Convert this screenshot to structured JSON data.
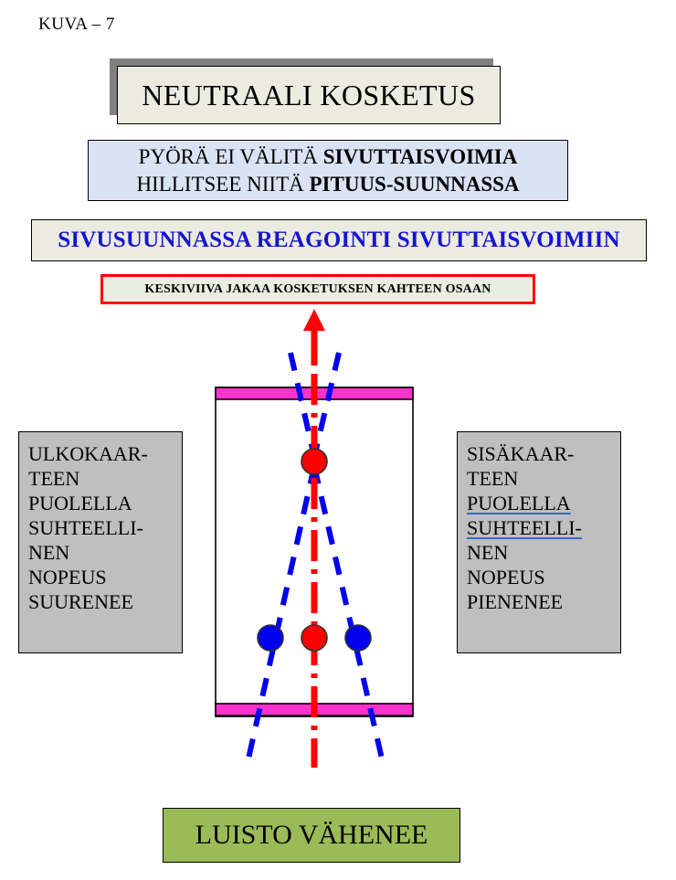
{
  "figure": {
    "caption": "KUVA – 7"
  },
  "title": {
    "text": "NEUTRAALI KOSKETUS",
    "bg_color": "#ecebe0",
    "shadow_color": "#808080"
  },
  "info_box": {
    "line1_prefix": "PYÖRÄ EI VÄLITÄ ",
    "line1_bold": "SIVUTTAISVOIMIA",
    "line2_prefix": "HILLITSEE NIITÄ ",
    "line2_bold": "PITUUS-SUUNNASSA",
    "bg_color": "#dae3f3"
  },
  "reaction_box": {
    "text": "SIVUSUUNNASSA REAGOINTI SIVUTTAISVOIMIIN",
    "text_color": "#1414d2",
    "bg_color": "#ecebe0"
  },
  "centerline_box": {
    "text": "KESKIVIIVA JAKAA KOSKETUKSEN KAHTEEN OSAAN",
    "border_color": "#ff0000",
    "bg_color": "#eaeee0"
  },
  "left_box": {
    "lines": [
      {
        "text": "ULKOKAAR-",
        "underlined": false
      },
      {
        "text": "TEEN",
        "underlined": false
      },
      {
        "text": "PUOLELLA",
        "underlined": false
      },
      {
        "text": "SUHTEELLI-",
        "underlined": false
      },
      {
        "text": "NEN",
        "underlined": false
      },
      {
        "text": "NOPEUS",
        "underlined": false
      },
      {
        "text": "SUURENEE",
        "underlined": false
      }
    ],
    "bg_color": "#bfbfbf"
  },
  "right_box": {
    "lines": [
      {
        "text": "SISÄKAAR-",
        "underlined": false
      },
      {
        "text": "TEEN",
        "underlined": false
      },
      {
        "text": "PUOLELLA ",
        "underlined": true
      },
      {
        "text": "SUHTEELLI-",
        "underlined": true
      },
      {
        "text": "NEN",
        "underlined": false
      },
      {
        "text": "NOPEUS",
        "underlined": false
      },
      {
        "text": "PIENENEE",
        "underlined": false
      }
    ],
    "bg_color": "#bfbfbf",
    "underline_color": "#3a63d8"
  },
  "result_box": {
    "text": "LUISTO VÄHENEE",
    "bg_color": "#9bbb59"
  },
  "diagram": {
    "description": "tyre contact patch with centre line and converging blue slip lines",
    "contact_patch": {
      "band_color": "#ff33cc",
      "outline_color": "#000000",
      "fill_color": "#ffffff"
    },
    "centerline": {
      "color": "#ff0000",
      "style": "dash-dot",
      "arrow": "up"
    },
    "slip_lines": {
      "color": "#0000ee",
      "style": "dashed",
      "count": 2
    },
    "markers": [
      {
        "name": "contact-point-marker",
        "color": "#ff0000"
      },
      {
        "name": "left-speed-marker",
        "color": "#0000ee"
      },
      {
        "name": "center-speed-marker",
        "color": "#ff0000"
      },
      {
        "name": "right-speed-marker",
        "color": "#0000ee"
      }
    ]
  }
}
